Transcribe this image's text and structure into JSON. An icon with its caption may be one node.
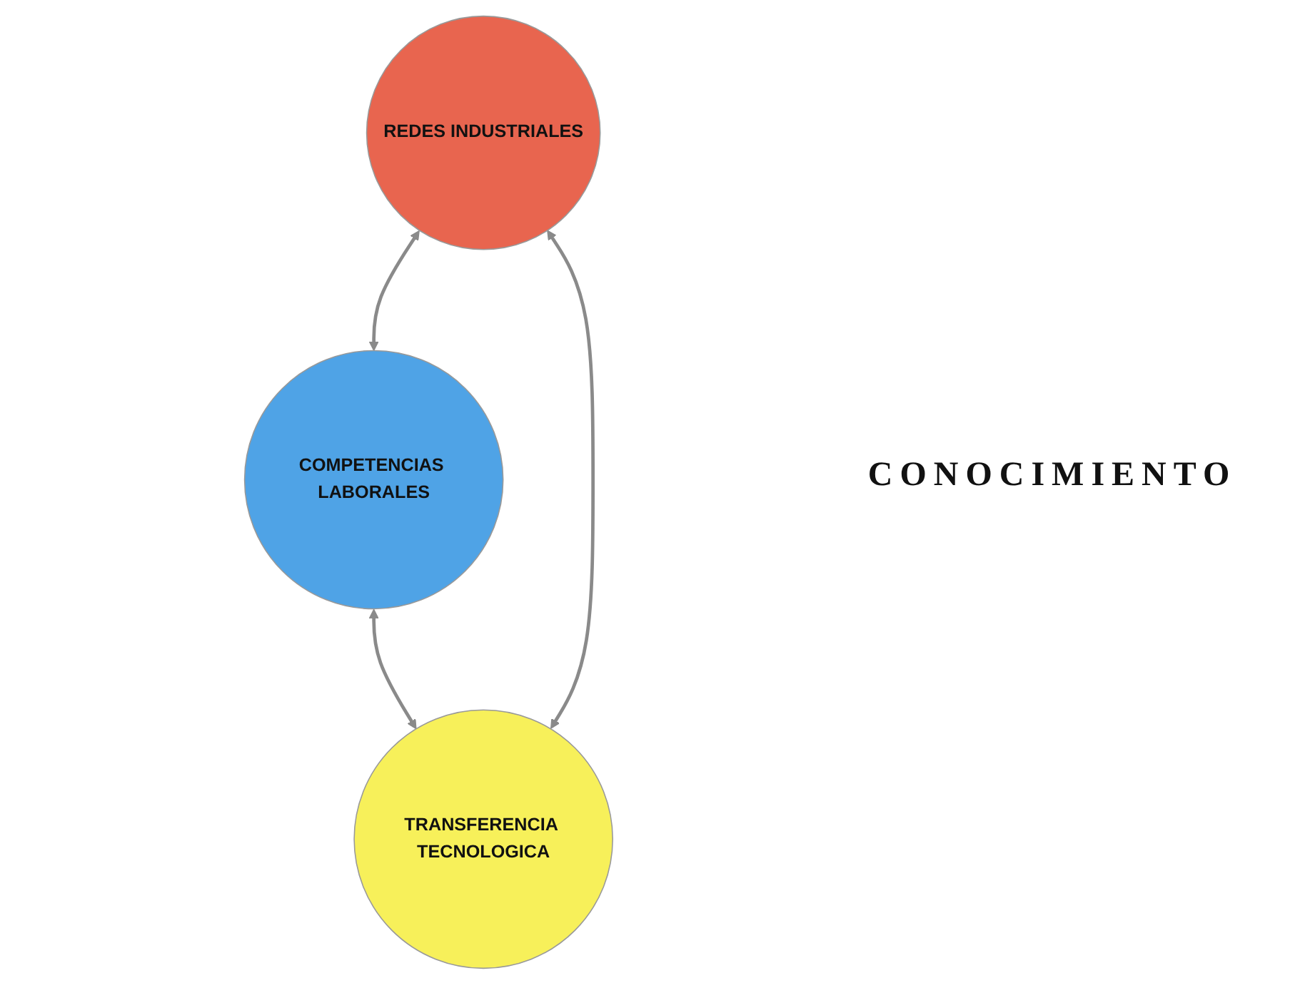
{
  "diagram": {
    "nodes": [
      {
        "text": [
          "REDES INDUSTRIALES"
        ]
      },
      {
        "text": [
          "COMPETENCIAS LABORALES"
        ]
      },
      {
        "text": [
          "TRANSFERENCIA TECNOLOGICA"
        ]
      }
    ],
    "edges": [
      {
        "from": 0,
        "to": 1,
        "arrow": "both"
      },
      {
        "from": 1,
        "to": 2,
        "arrow": "both"
      },
      {
        "from": 2,
        "to": 0,
        "arrow": "both"
      }
    ],
    "labels": [
      "CONOCIMIENTO"
    ]
  }
}
